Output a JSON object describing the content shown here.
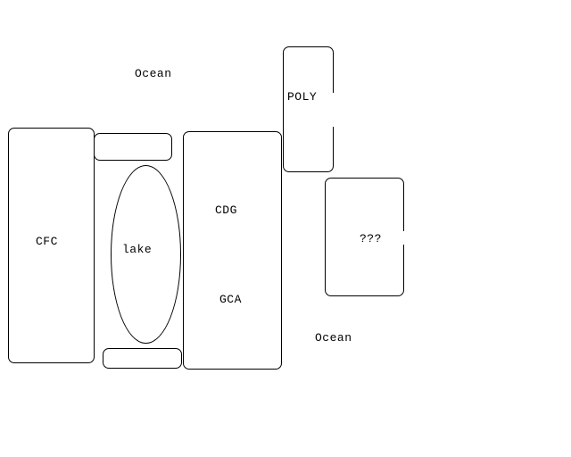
{
  "labels": {
    "ocean_top": "Ocean",
    "ocean_bottom": "Ocean",
    "cfc": "CFC",
    "lake": "lake",
    "cdg": "CDG",
    "gca": "GCA",
    "poly": "POLY",
    "unknown": "???"
  }
}
